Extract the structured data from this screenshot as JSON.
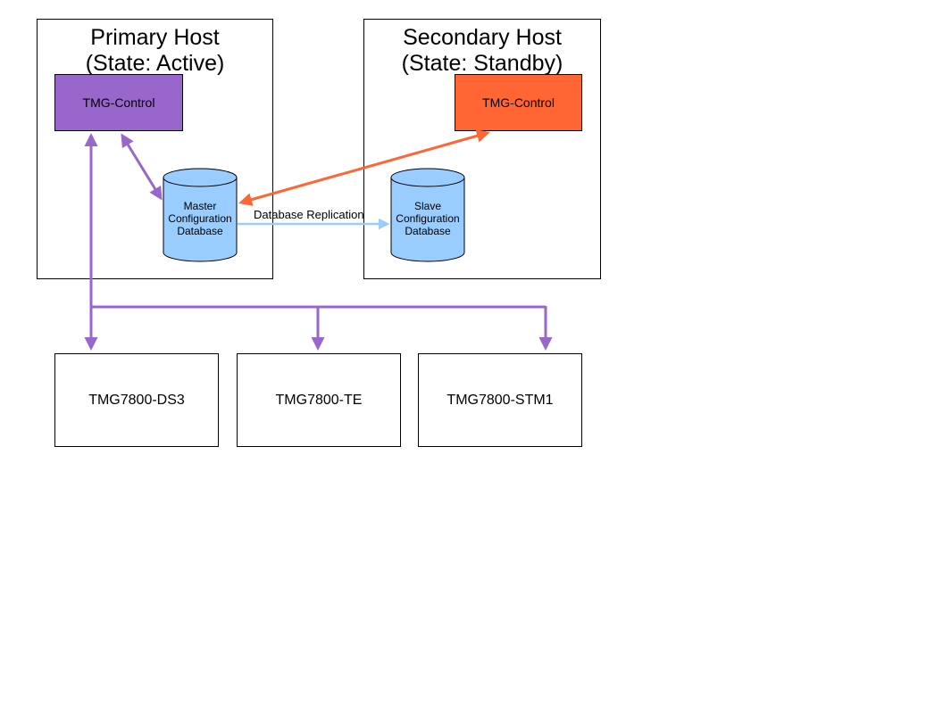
{
  "primary_host": {
    "title_line1": "Primary Host",
    "title_line2": "(State: Active)",
    "control_label": "TMG-Control",
    "control_color": "#9966cc",
    "database": {
      "line1": "Master",
      "line2": "Configuration",
      "line3": "Database"
    }
  },
  "secondary_host": {
    "title_line1": "Secondary Host",
    "title_line2": "(State: Standby)",
    "control_label": "TMG-Control",
    "control_color": "#ff6633",
    "database": {
      "line1": "Slave",
      "line2": "Configuration",
      "line3": "Database"
    }
  },
  "replication_label": "Database Replication",
  "devices": [
    "TMG7800-DS3",
    "TMG7800-TE",
    "TMG7800-STM1"
  ],
  "colors": {
    "purple_link": "#9966cc",
    "orange_link": "#ff6633",
    "replication_link": "#99ccff",
    "database_fill": "#99ccff"
  }
}
